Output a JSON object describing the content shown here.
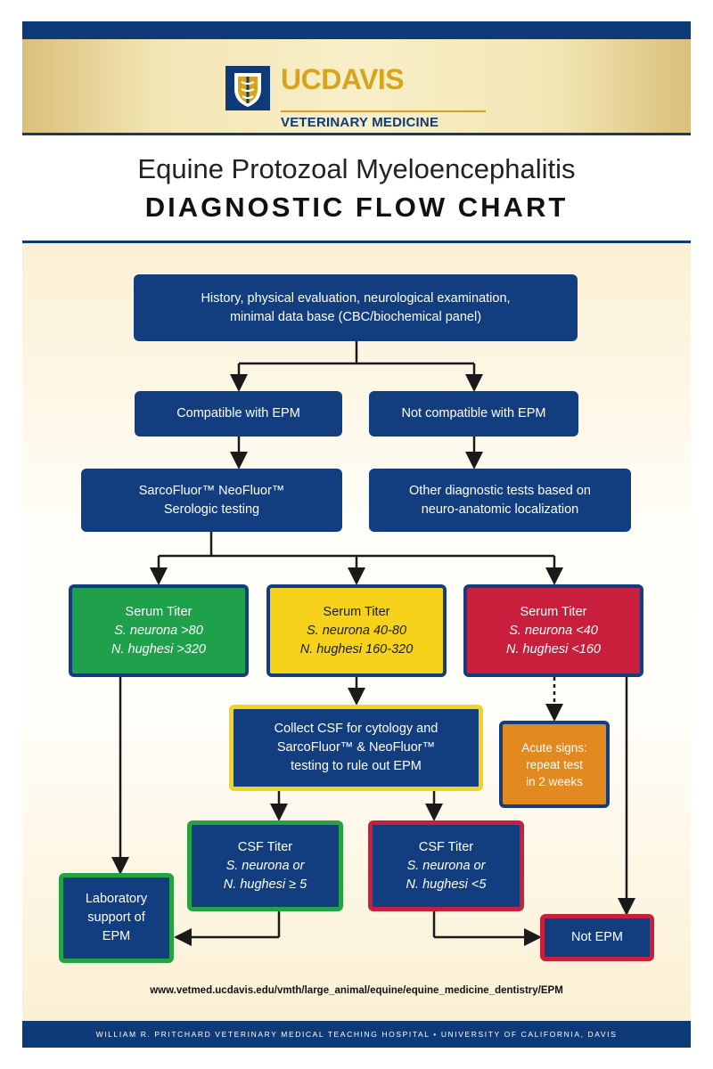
{
  "header": {
    "logo_uc": "UC",
    "logo_davis": "DAVIS",
    "logo_sub": "VETERINARY MEDICINE"
  },
  "title": {
    "line1": "Equine Protozoal Myeloencephalitis",
    "line2": "DIAGNOSTIC FLOW CHART"
  },
  "flow": {
    "start": {
      "line1": "History, physical evaluation, neurological examination,",
      "line2": "minimal data base (CBC/biochemical panel)"
    },
    "compatible": "Compatible with EPM",
    "not_compatible": "Not compatible with EPM",
    "serologic": {
      "line1": "SarcoFluor™ NeoFluor™",
      "line2": "Serologic testing"
    },
    "other_tests": {
      "line1": "Other diagnostic tests based on",
      "line2": "neuro-anatomic localization"
    },
    "titer_high": {
      "title": "Serum Titer",
      "line1": "S. neurona  >80",
      "line2": "N. hughesi  >320"
    },
    "titer_mid": {
      "title": "Serum Titer",
      "line1": "S. neurona 40-80",
      "line2": "N. hughesi 160-320"
    },
    "titer_low": {
      "title": "Serum Titer",
      "line1": "S. neurona  <40",
      "line2": "N. hughesi  <160"
    },
    "collect_csf": {
      "line1": "Collect CSF for cytology and",
      "line2": "SarcoFluor™ & NeoFluor™",
      "line3": "testing to rule out EPM"
    },
    "acute": {
      "line1": "Acute signs:",
      "line2": "repeat test",
      "line3": "in 2 weeks"
    },
    "csf_positive": {
      "title": "CSF Titer",
      "line1": "S. neurona or",
      "line2": "N. hughesi ≥ 5"
    },
    "csf_negative": {
      "title": "CSF Titer",
      "line1": "S. neurona or",
      "line2": "N. hughesi <5"
    },
    "lab_support": {
      "line1": "Laboratory",
      "line2": "support of",
      "line3": "EPM"
    },
    "not_epm": "Not EPM"
  },
  "url": "www.vetmed.ucdavis.edu/vmth/large_animal/equine/equine_medicine_dentistry/EPM",
  "footer": "WILLIAM R. PRITCHARD VETERINARY MEDICAL TEACHING HOSPITAL • UNIVERSITY OF CALIFORNIA, DAVIS",
  "colors": {
    "navy": "#123e80",
    "gold": "#d8a41b",
    "green": "#1fa04a",
    "yellow": "#f7d21a",
    "red": "#c8203c",
    "orange": "#e2891f"
  },
  "icons": {
    "logo": "caduceus-shield-icon"
  }
}
